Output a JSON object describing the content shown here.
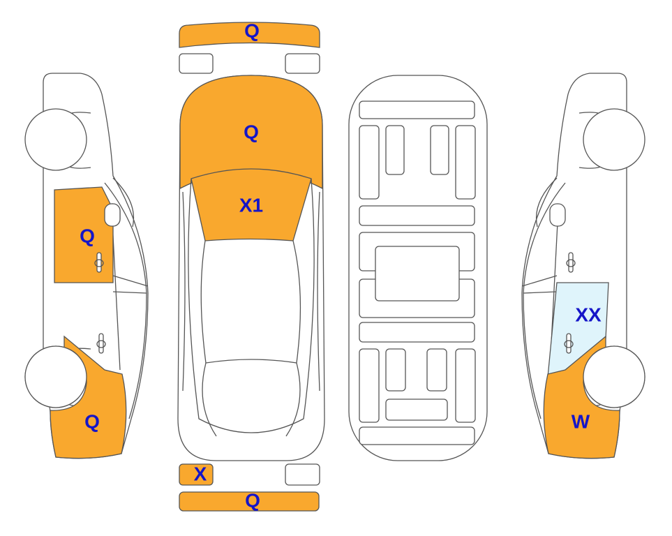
{
  "colors": {
    "damage_orange": "#F9A82E",
    "damage_lightblue": "#DFF4FB",
    "label_blue": "#1515C8",
    "outline": "#555555"
  },
  "labels": {
    "front_bumper": "Q",
    "hood": "Q",
    "windshield": "X1",
    "left_front_door": "Q",
    "left_rear_quarter": "Q",
    "rear_left_light": "X",
    "rear_bumper": "Q",
    "right_rear_door": "XX",
    "right_rear_quarter": "W"
  }
}
